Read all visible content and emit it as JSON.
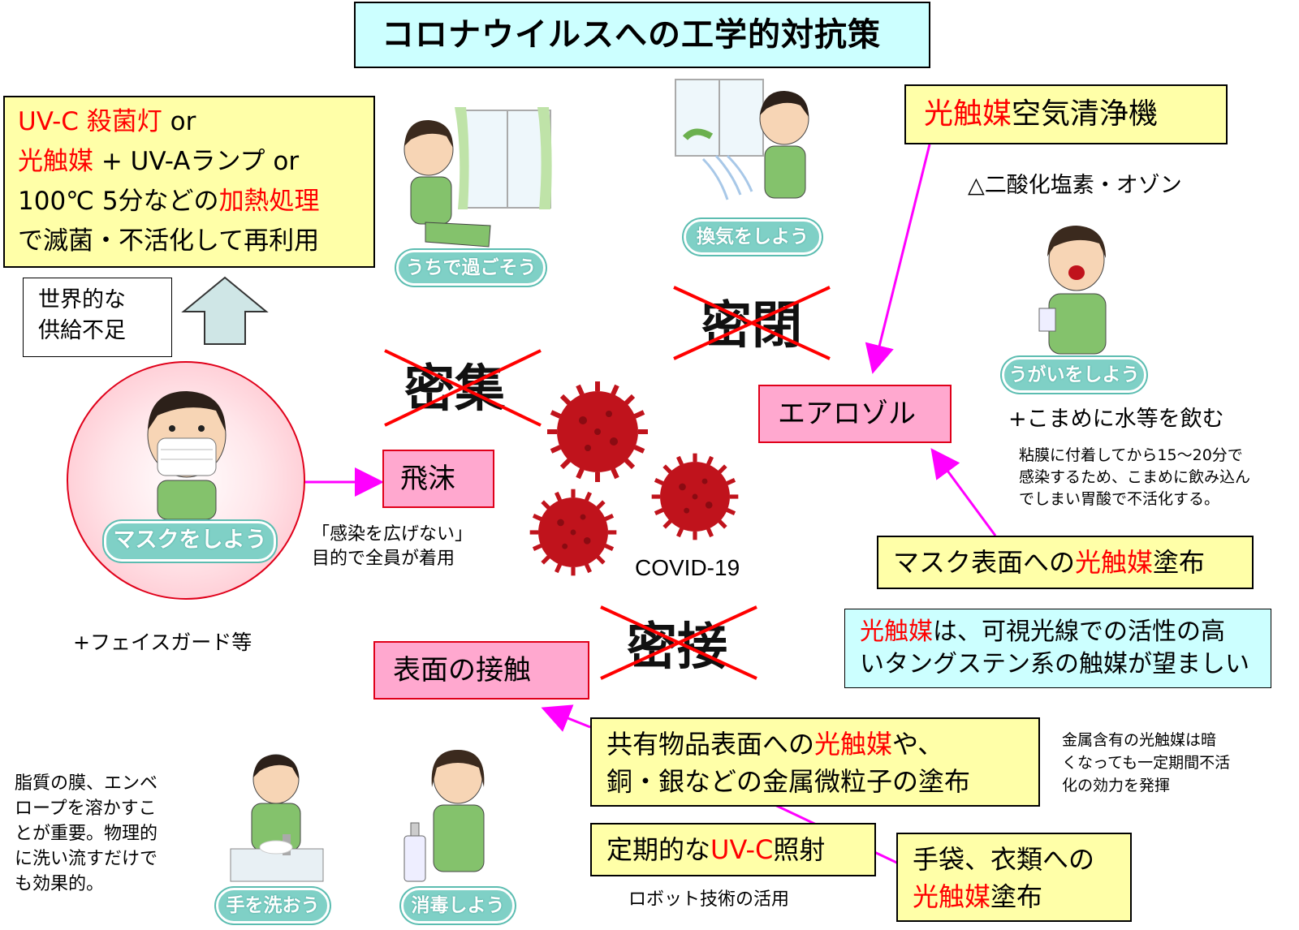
{
  "title": "コロナウイルスへの工学的対抗策",
  "uv_box": {
    "l1a": "UV-C 殺菌灯",
    "l1b": " or",
    "l2a": "光触媒",
    "l2b": " + UV-Aランプ or",
    "l3a": "100℃ 5分などの",
    "l3b": "加熱処理",
    "l4": "で滅菌・不活化して再利用"
  },
  "supply_box": {
    "l1": "世界的な",
    "l2": "供給不足"
  },
  "badges": {
    "stay_home": "うちで過ごそう",
    "ventilate": "換気をしよう",
    "gargle": "うがいをしよう",
    "mask": "マスクをしよう",
    "wash": "手を洗おう",
    "disinfect": "消毒しよう"
  },
  "three_c": {
    "crowd": "密集",
    "closed": "密閉",
    "contact": "密接"
  },
  "air_purifier": {
    "red": "光触媒",
    "rest": "空気清浄機"
  },
  "air_purifier_note": "△二酸化塩素・オゾン",
  "aerosol": "エアロゾル",
  "droplet": "飛沫",
  "surface_contact": "表面の接触",
  "mask_note": {
    "l1": "「感染を広げない」",
    "l2": "目的で全員が着用"
  },
  "faceguard": "+フェイスガード等",
  "virus_label": "COVID-19",
  "water_note": "+こまめに水等を飲む",
  "mucosa_note": {
    "l1": "粘膜に付着してから15～20分で",
    "l2": "感染するため、こまめに飲み込ん",
    "l3": "でしまい胃酸で不活化する。"
  },
  "mask_coat": {
    "a": "マスク表面への",
    "red": "光触媒",
    "b": "塗布"
  },
  "tungsten": {
    "red": "光触媒",
    "l1": "は、可視光線での活性の高",
    "l2": "いタングステン系の触媒が望ましい"
  },
  "shared_coat": {
    "l1a": "共有物品表面への",
    "l1red": "光触媒",
    "l1b": "や、",
    "l2": "銅・銀などの金属微粒子の塗布"
  },
  "metal_note": {
    "l1": "金属含有の光触媒は暗",
    "l2": "くなっても一定期間不活",
    "l3": "化の効力を発揮"
  },
  "uvc_periodic": {
    "a": "定期的な",
    "red": "UV-C",
    "b": "照射"
  },
  "robot_note": "ロボット技術の活用",
  "gloves": {
    "l1": "手袋、衣類への",
    "red": "光触媒",
    "l2b": "塗布"
  },
  "lipid_note": {
    "l1": "脂質の膜、エンベ",
    "l2": "ロープを溶かすこ",
    "l3": "とが重要。物理的",
    "l4": "に洗い流すだけで",
    "l5": "も効果的。"
  },
  "colors": {
    "accent_red": "#ff0000",
    "arrow_magenta": "#ff00ff",
    "yellow_box": "#ffffa8",
    "pink_box": "#ffa8cf",
    "cyan_box": "#ccffff",
    "virus": "#c0131c",
    "badge": "#7fd0c6"
  }
}
